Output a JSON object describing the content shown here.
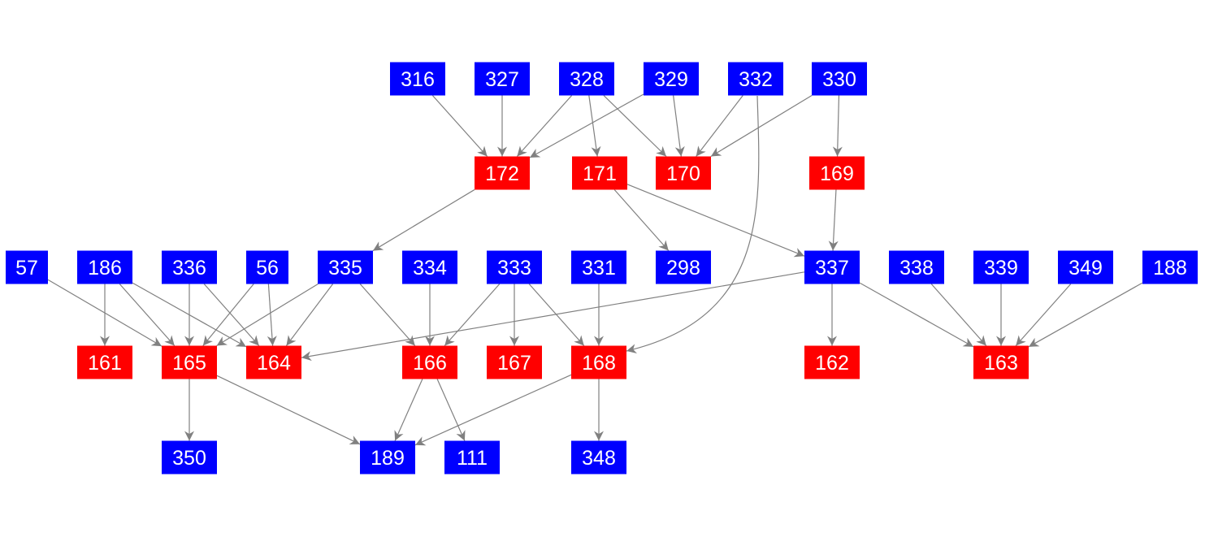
{
  "colors": {
    "source": "#0000ff",
    "target": "#ff0000",
    "edge": "#808080",
    "label": "#ffffff"
  },
  "nodes": [
    {
      "id": "316",
      "kind": "source"
    },
    {
      "id": "327",
      "kind": "source"
    },
    {
      "id": "328",
      "kind": "source"
    },
    {
      "id": "329",
      "kind": "source"
    },
    {
      "id": "332",
      "kind": "source"
    },
    {
      "id": "330",
      "kind": "source"
    },
    {
      "id": "172",
      "kind": "target"
    },
    {
      "id": "171",
      "kind": "target"
    },
    {
      "id": "170",
      "kind": "target"
    },
    {
      "id": "169",
      "kind": "target"
    },
    {
      "id": "57",
      "kind": "source"
    },
    {
      "id": "186",
      "kind": "source"
    },
    {
      "id": "336",
      "kind": "source"
    },
    {
      "id": "56",
      "kind": "source"
    },
    {
      "id": "335",
      "kind": "source"
    },
    {
      "id": "334",
      "kind": "source"
    },
    {
      "id": "333",
      "kind": "source"
    },
    {
      "id": "331",
      "kind": "source"
    },
    {
      "id": "298",
      "kind": "source"
    },
    {
      "id": "337",
      "kind": "source"
    },
    {
      "id": "338",
      "kind": "source"
    },
    {
      "id": "339",
      "kind": "source"
    },
    {
      "id": "349",
      "kind": "source"
    },
    {
      "id": "188",
      "kind": "source"
    },
    {
      "id": "161",
      "kind": "target"
    },
    {
      "id": "165",
      "kind": "target"
    },
    {
      "id": "164",
      "kind": "target"
    },
    {
      "id": "166",
      "kind": "target"
    },
    {
      "id": "167",
      "kind": "target"
    },
    {
      "id": "168",
      "kind": "target"
    },
    {
      "id": "162",
      "kind": "target"
    },
    {
      "id": "163",
      "kind": "target"
    },
    {
      "id": "350",
      "kind": "source"
    },
    {
      "id": "189",
      "kind": "source"
    },
    {
      "id": "111",
      "kind": "source"
    },
    {
      "id": "348",
      "kind": "source"
    }
  ],
  "edges": [
    [
      "316",
      "172"
    ],
    [
      "327",
      "172"
    ],
    [
      "328",
      "172"
    ],
    [
      "329",
      "172"
    ],
    [
      "328",
      "171"
    ],
    [
      "328",
      "170"
    ],
    [
      "329",
      "170"
    ],
    [
      "332",
      "170"
    ],
    [
      "330",
      "170"
    ],
    [
      "330",
      "169"
    ],
    [
      "332",
      "168"
    ],
    [
      "172",
      "335"
    ],
    [
      "171",
      "298"
    ],
    [
      "171",
      "337"
    ],
    [
      "169",
      "337"
    ],
    [
      "57",
      "165"
    ],
    [
      "186",
      "161"
    ],
    [
      "186",
      "165"
    ],
    [
      "186",
      "164"
    ],
    [
      "336",
      "165"
    ],
    [
      "336",
      "164"
    ],
    [
      "56",
      "165"
    ],
    [
      "56",
      "164"
    ],
    [
      "335",
      "165"
    ],
    [
      "335",
      "164"
    ],
    [
      "335",
      "166"
    ],
    [
      "334",
      "166"
    ],
    [
      "333",
      "166"
    ],
    [
      "333",
      "167"
    ],
    [
      "333",
      "168"
    ],
    [
      "331",
      "168"
    ],
    [
      "337",
      "164"
    ],
    [
      "337",
      "162"
    ],
    [
      "337",
      "163"
    ],
    [
      "338",
      "163"
    ],
    [
      "339",
      "163"
    ],
    [
      "349",
      "163"
    ],
    [
      "188",
      "163"
    ],
    [
      "165",
      "350"
    ],
    [
      "165",
      "189"
    ],
    [
      "166",
      "189"
    ],
    [
      "166",
      "111"
    ],
    [
      "168",
      "189"
    ],
    [
      "168",
      "348"
    ]
  ]
}
